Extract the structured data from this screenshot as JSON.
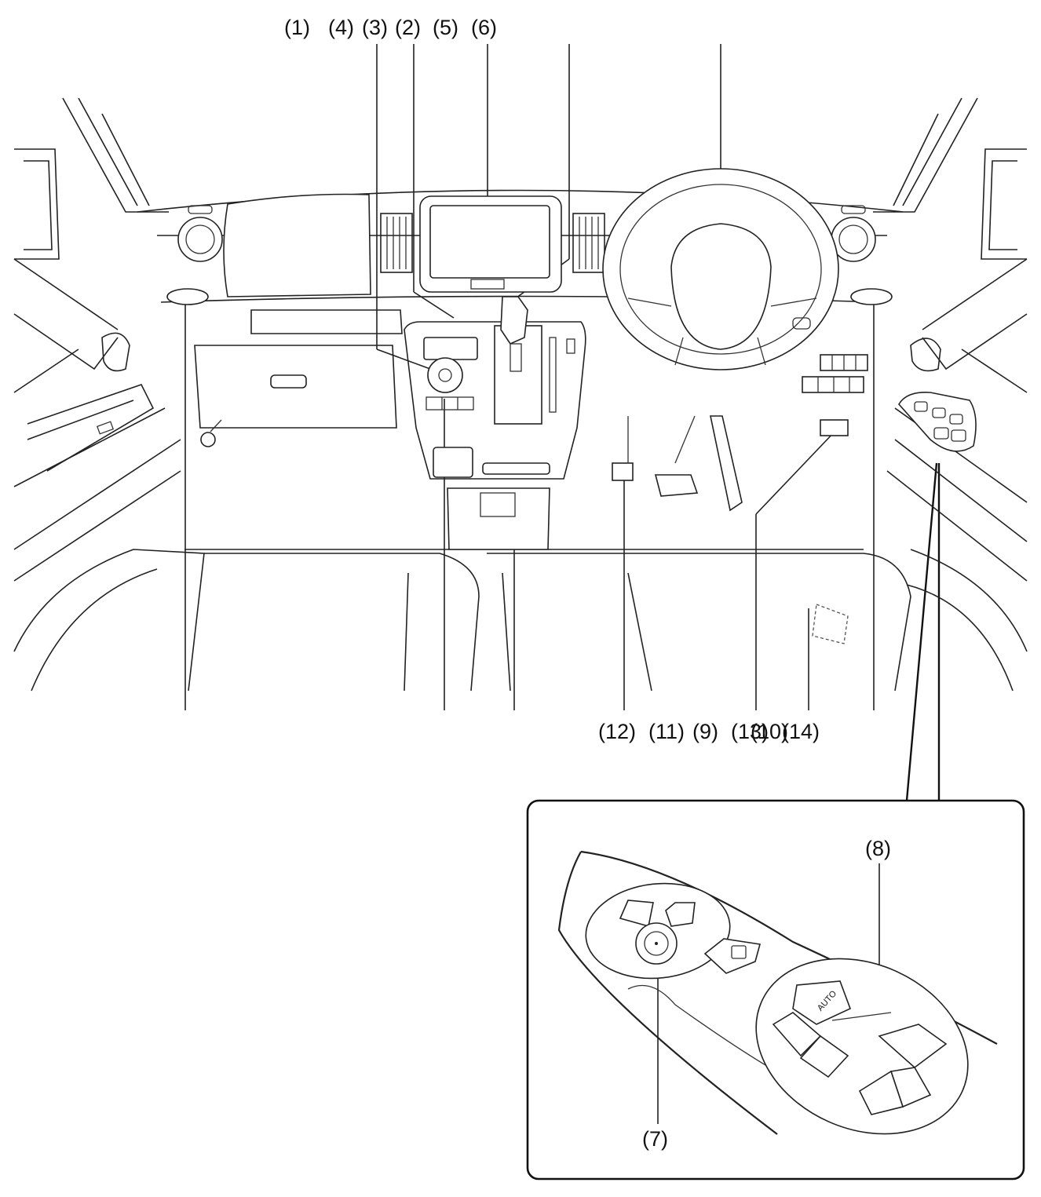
{
  "top_labels": [
    "(1)",
    "(4)",
    "(3)",
    "(2)",
    "(5)",
    "(6)"
  ],
  "bottom_labels": [
    "(12)",
    "(11)",
    "(9)",
    "(13)",
    "(10)",
    "(14)"
  ],
  "inset_labels": {
    "upper": "(8)",
    "lower": "(7)"
  },
  "switch_text": "AUTO"
}
